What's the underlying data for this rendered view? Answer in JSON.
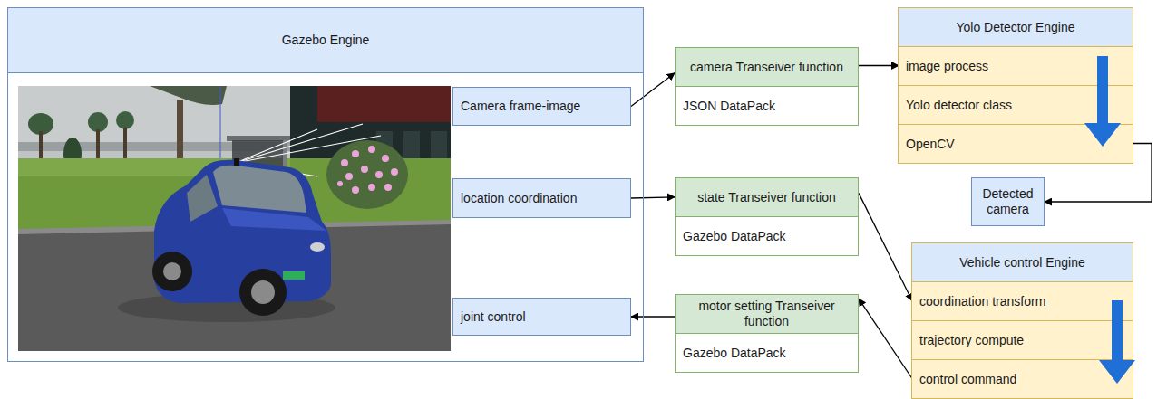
{
  "diagram": {
    "nodes": [
      {
        "text": [
          "Gazebo Engine"
        ]
      },
      {
        "text": [
          "Camera frame-image"
        ],
        "in": 0
      },
      {
        "text": [
          "location coordination"
        ],
        "in": 0
      },
      {
        "text": [
          "joint control"
        ],
        "in": 0
      },
      {
        "text": [
          "camera Transeiver function",
          "JSON DataPack"
        ]
      },
      {
        "text": [
          "state Transeiver function",
          "Gazebo DataPack"
        ]
      },
      {
        "text": [
          "motor setting Transeiver function",
          "Gazebo DataPack"
        ]
      },
      {
        "text": [
          "Yolo Detector Engine"
        ]
      },
      {
        "text": [
          "image process"
        ],
        "in": 7
      },
      {
        "text": [
          "Yolo detector class"
        ],
        "in": 7
      },
      {
        "text": [
          "OpenCV"
        ],
        "in": 7
      },
      {
        "text": [
          "Detected camera"
        ]
      },
      {
        "text": [
          "Vehicle control Engine"
        ]
      },
      {
        "text": [
          "coordination transform"
        ],
        "in": 12
      },
      {
        "text": [
          "trajectory compute"
        ],
        "in": 12
      },
      {
        "text": [
          "control command"
        ],
        "in": 12
      }
    ],
    "edges": [
      {
        "from": 1,
        "to": 4,
        "arrow": "to"
      },
      {
        "from": 4,
        "to": 8,
        "arrow": "to"
      },
      {
        "from": 7,
        "to": 11,
        "arrow": "to"
      },
      {
        "from": 2,
        "to": 5,
        "arrow": "to"
      },
      {
        "from": 5,
        "to": 13,
        "arrow": "to"
      },
      {
        "from": 15,
        "to": 6,
        "arrow": "to"
      },
      {
        "from": 6,
        "to": 3,
        "arrow": "to"
      }
    ]
  }
}
